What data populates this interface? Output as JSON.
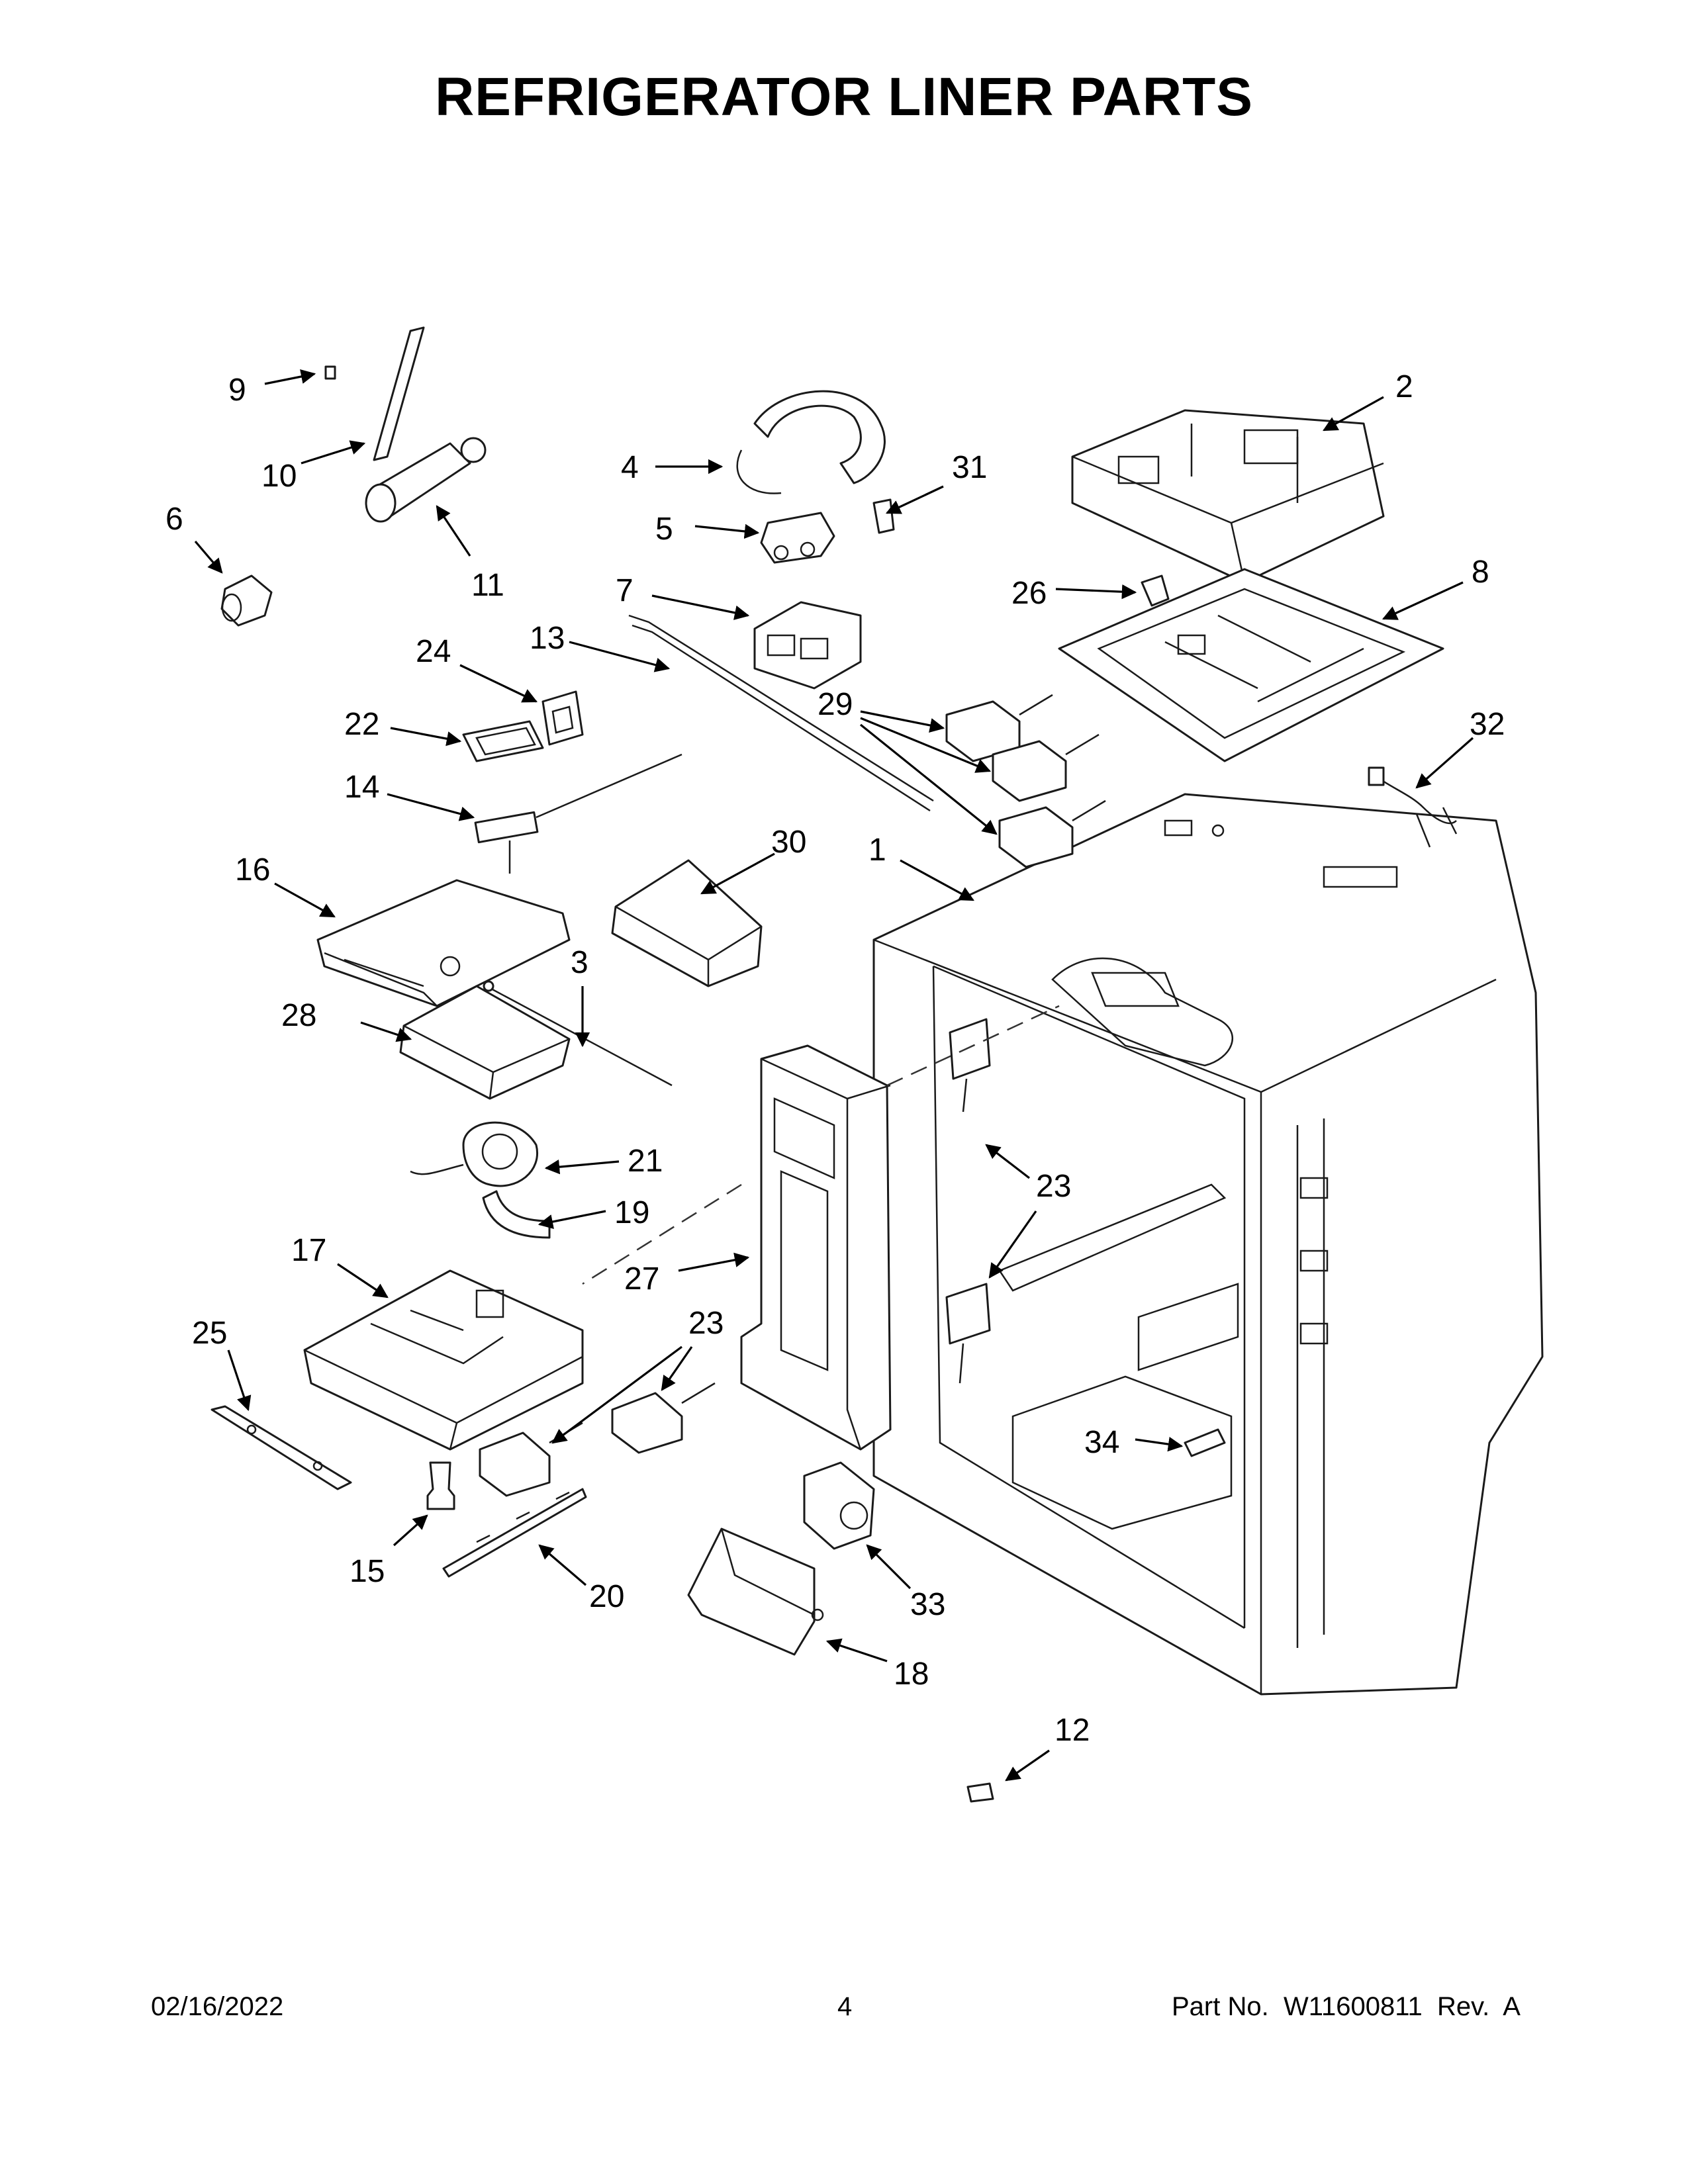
{
  "page": {
    "title": "REFRIGERATOR LINER PARTS",
    "date": "02/16/2022",
    "page_number": "4",
    "part_number_line": "Part No.  W11600811  Rev.  A"
  },
  "callouts": [
    "1",
    "2",
    "3",
    "4",
    "5",
    "6",
    "7",
    "8",
    "9",
    "10",
    "11",
    "12",
    "13",
    "14",
    "15",
    "16",
    "17",
    "18",
    "19",
    "20",
    "21",
    "22",
    "23",
    "23",
    "24",
    "25",
    "26",
    "27",
    "28",
    "29",
    "30",
    "31",
    "32",
    "33",
    "34"
  ]
}
